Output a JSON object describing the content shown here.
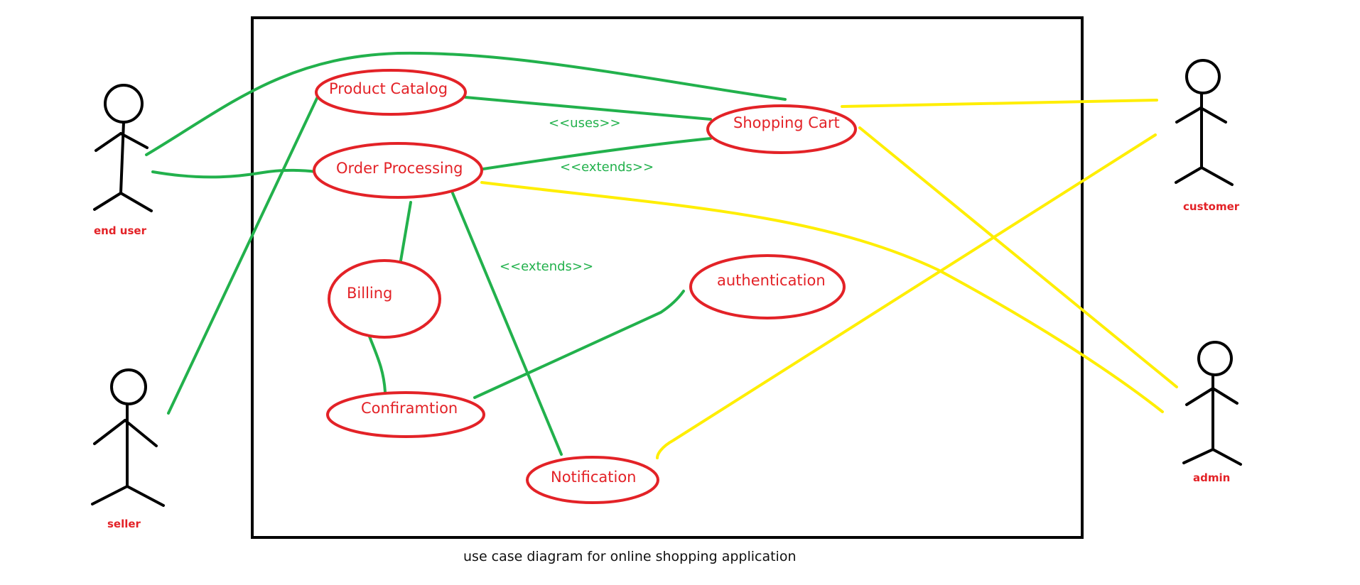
{
  "diagram": {
    "caption": "use case diagram for online shopping application",
    "actors": {
      "end_user": "end user",
      "seller": "seller",
      "customer": "customer",
      "admin": "admin"
    },
    "use_cases": {
      "product_catalog": "Product Catalog",
      "shopping_cart": "Shopping Cart",
      "order_processing": "Order Processing",
      "billing": "Billing",
      "authentication": "authentication",
      "confirmation": "Confiramtion",
      "notification": "Notification"
    },
    "relations": {
      "uses": "<<uses>>",
      "extends_cart": "<<extends>>",
      "extends_notification": "<<extends>>"
    },
    "colors": {
      "use_case": "#e32227",
      "actor_label": "#e32227",
      "relation_green": "#22b14c",
      "relation_yellow": "#ffee00",
      "boundary": "#000000"
    }
  }
}
